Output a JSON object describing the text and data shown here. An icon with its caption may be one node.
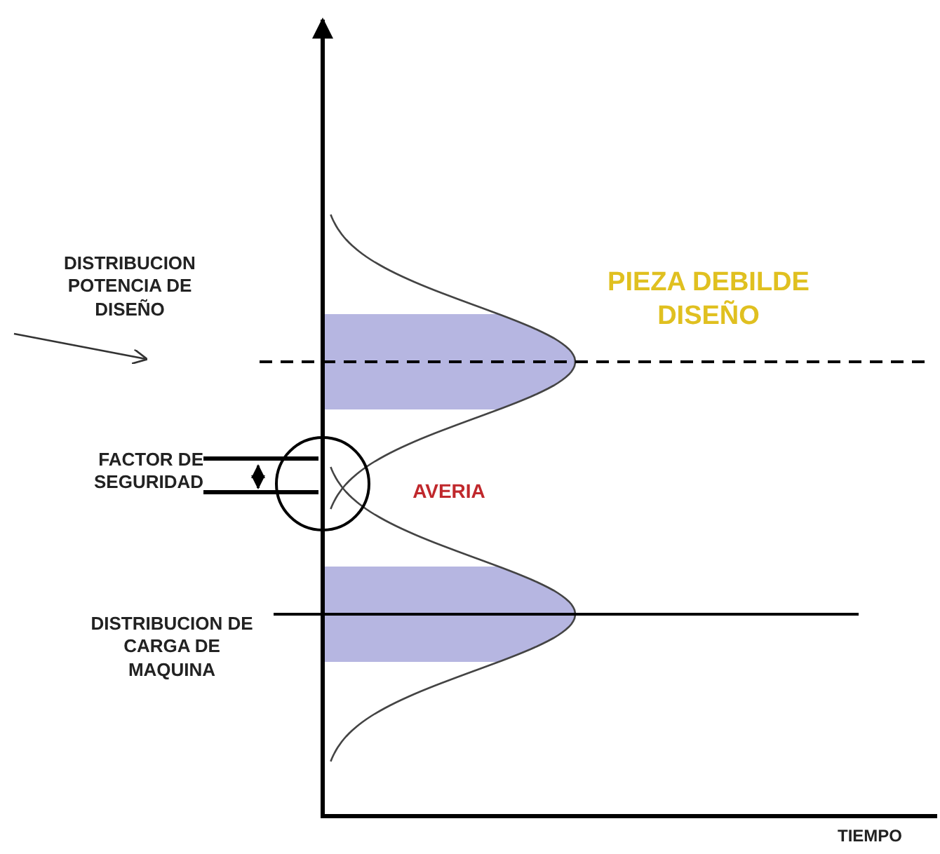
{
  "diagram": {
    "labels": [
      "DISTRIBUCION POTENCIA DE DISEÑO",
      "PIEZA DEBILDE DISEÑO",
      "FACTOR DE SEGURIDAD",
      "AVERIA",
      "DISTRIBUCION DE CARGA DE MAQUINA",
      "TIEMPO"
    ]
  }
}
